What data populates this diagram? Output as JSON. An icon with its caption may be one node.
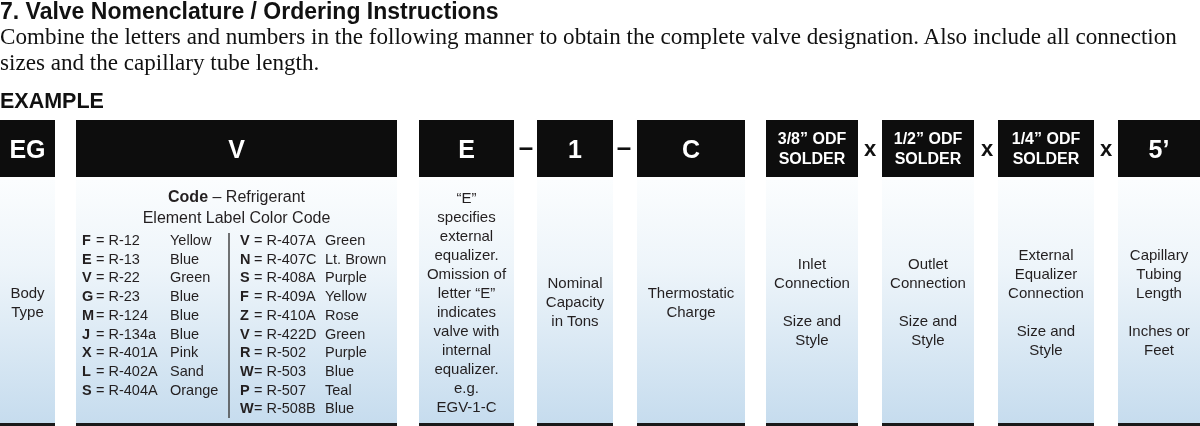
{
  "diagram": {
    "title": "7. Valve Nomenclature / Ordering Instructions",
    "nodes": [
      {
        "text": [
          "EG"
        ]
      },
      {
        "text": [
          "Body Type"
        ]
      },
      {
        "text": [
          "V"
        ]
      },
      {
        "text": [
          "**Code** – Refrigerant Element Label Color Code",
          "F",
          "= R-12",
          "Yellow",
          "E",
          "= R-13",
          "Blue",
          "V",
          "= R-22",
          "Green",
          "G",
          "= R-23",
          "Blue",
          "M",
          "= R-124",
          "Blue",
          "J",
          "= R-134a",
          "Blue",
          "X",
          "= R-401A",
          "Pink",
          "L",
          "= R-402A",
          "Sand",
          "S",
          "= R-404A",
          "Orange",
          "V",
          "= R-407A",
          "Green",
          "N",
          "= R-407C",
          "Lt. Brown",
          "S",
          "= R-408A",
          "Purple",
          "F",
          "= R-409A",
          "Yellow",
          "Z",
          "= R-410A",
          "Rose",
          "V",
          "= R-422D",
          "Green",
          "R",
          "= R-502",
          "Purple",
          "W",
          "= R-503",
          "Blue",
          "P",
          "= R-507",
          "Teal",
          "W",
          "= R-508B",
          "Blue"
        ]
      },
      {
        "text": [
          "E"
        ]
      },
      {
        "text": [
          "“E” specifies external equalizer. Omission of letter “E” indicates valve with internal equalizer.",
          "e.g. EGV-1-C"
        ]
      },
      {
        "text": [
          "1"
        ]
      },
      {
        "text": [
          "Nominal Capacity in Tons"
        ]
      },
      {
        "text": [
          "C"
        ]
      },
      {
        "text": [
          "Thermostatic Charge"
        ]
      },
      {
        "text": [
          "3/8” ODF SOLDER"
        ]
      },
      {
        "text": [
          "Inlet Connection",
          "Size and Style"
        ]
      },
      {
        "text": [
          "1/2” ODF SOLDER"
        ]
      },
      {
        "text": [
          "Outlet Connection",
          "Size and Style"
        ]
      },
      {
        "text": [
          "1/4” ODF SOLDER"
        ]
      },
      {
        "text": [
          "External Equalizer Connection",
          "Size and Style"
        ]
      },
      {
        "text": [
          "5’"
        ]
      },
      {
        "text": [
          "Capillary Tubing Length",
          "Inches or Feet"
        ]
      }
    ],
    "labels": [
      "Combine the letters and numbers in the following manner to obtain the complete valve designation. Also include all connection sizes and the capillary tube length.",
      "EXAMPLE",
      "–",
      "–",
      "x",
      "x",
      "x"
    ]
  }
}
